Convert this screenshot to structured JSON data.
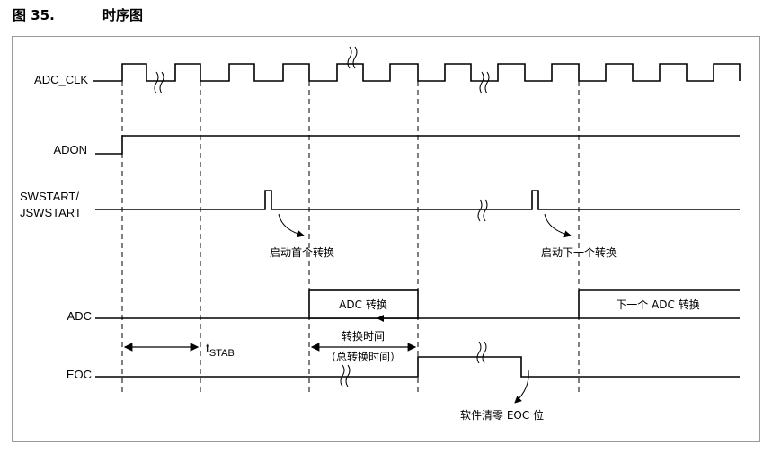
{
  "figure": {
    "number": "图 35.",
    "title": "时序图"
  },
  "signals": {
    "adc_clk": "ADC_CLK",
    "adon": "ADON",
    "swstart_line1": "SWSTART/",
    "swstart_line2": "JSWSTART",
    "adc": "ADC",
    "eoc": "EOC"
  },
  "annotations": {
    "start_first": "启动首个转换",
    "start_next": "启动下一个转换",
    "adc_conversion": "ADC 转换",
    "next_adc_conversion": "下一个 ADC 转换",
    "tstab_t": "t",
    "tstab_sub": "STAB",
    "conversion_time": "转换时间",
    "total_conversion_time": "（总转换时间）",
    "clear_eoc": "软件清零 EOC 位"
  }
}
